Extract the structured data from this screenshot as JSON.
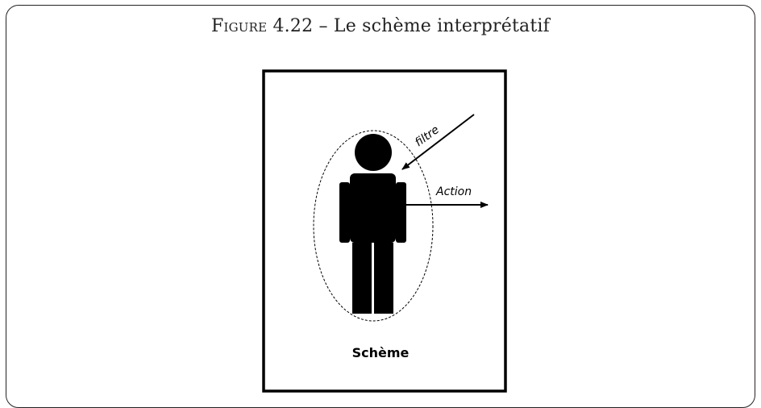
{
  "figure": {
    "caption_prefix": "Figure",
    "caption_number": "4.22",
    "caption_separator": "–",
    "caption_title": "Le schème interprétatif"
  },
  "diagram": {
    "arrow_in_label": "filtre",
    "arrow_out_label": "Action",
    "subject_label": "Schème"
  },
  "icons": [
    "person-silhouette-icon",
    "dashed-ellipse",
    "arrow-in",
    "arrow-out"
  ]
}
